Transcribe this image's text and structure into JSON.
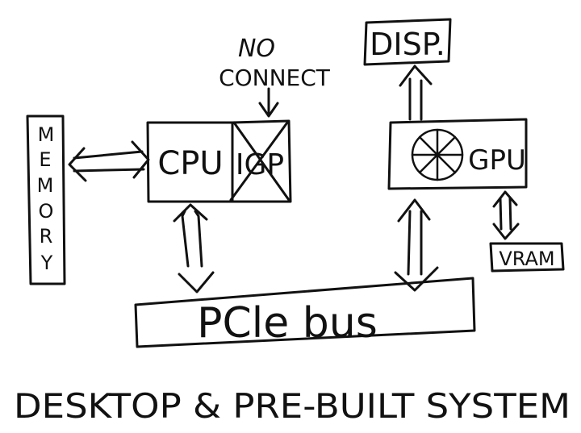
{
  "diagram": {
    "memory_letters": [
      "M",
      "E",
      "M",
      "O",
      "R",
      "Y"
    ],
    "no_connect_line1": "NO",
    "no_connect_line2": "CONNECT",
    "cpu_label": "CPU",
    "igp_label": "IGP",
    "disp_label": "DISP.",
    "gpu_label": "GPU",
    "vram_label": "VRAM",
    "pcie_label": "PCle bus",
    "caption": "DESKTOP & PRE-BUILT SYSTEM"
  }
}
